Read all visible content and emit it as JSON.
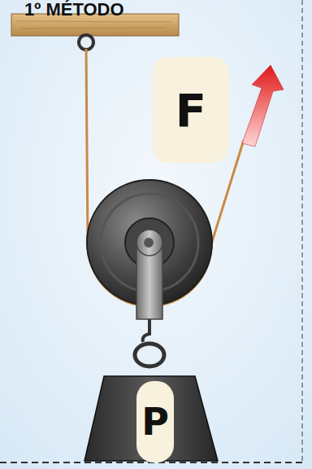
{
  "diagram": {
    "title": "1º MÉTODO",
    "nodes": [
      {
        "text": [
          "F"
        ]
      },
      {
        "text": [
          "P"
        ]
      }
    ]
  }
}
